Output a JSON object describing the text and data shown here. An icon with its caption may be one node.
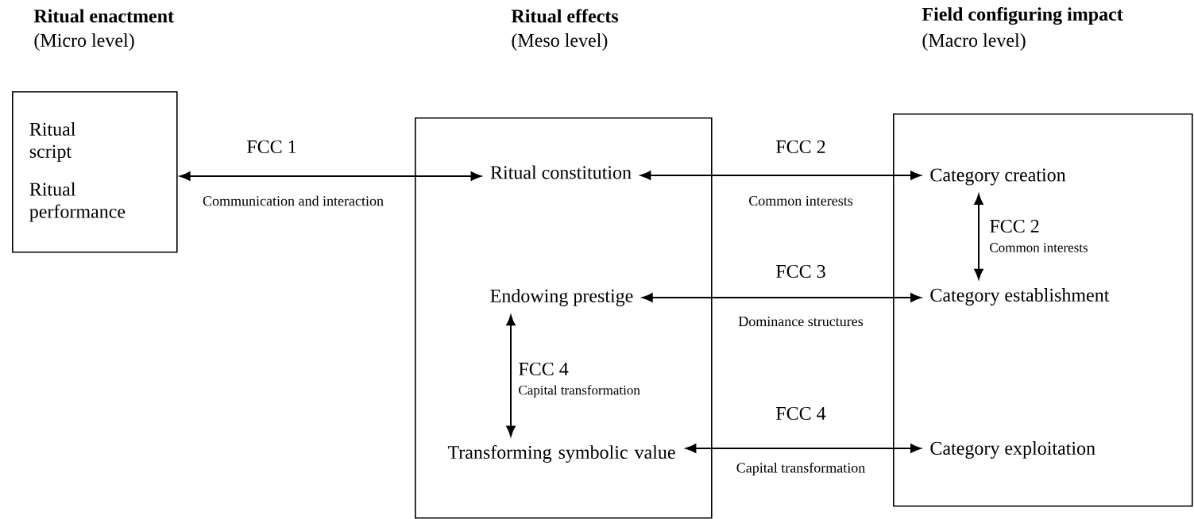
{
  "diagram": {
    "nodes": [
      {
        "text": [
          "Ritual script",
          "Ritual performance"
        ]
      },
      {
        "text": [],
        "shape": "box"
      },
      {
        "text": [
          "Ritual constitution"
        ],
        "in": 1
      },
      {
        "text": [
          "Endowing prestige"
        ],
        "in": 1
      },
      {
        "text": [
          "Transforming symbolic value"
        ],
        "in": 1
      },
      {
        "text": [],
        "shape": "box"
      },
      {
        "text": [
          "Category creation"
        ],
        "in": 5
      },
      {
        "text": [
          "Category establishment"
        ],
        "in": 5
      },
      {
        "text": [
          "Category exploitation"
        ],
        "in": 5
      }
    ],
    "edges": [
      {
        "from": 0,
        "to": 2,
        "arrow": "both",
        "label": "FCC 1"
      },
      {
        "from": 2,
        "to": 6,
        "arrow": "both",
        "label": "FCC 2"
      },
      {
        "from": 6,
        "to": 7,
        "arrow": "both",
        "label": "FCC 2"
      },
      {
        "from": 3,
        "to": 7,
        "arrow": "both",
        "label": "FCC 3"
      },
      {
        "from": 3,
        "to": 4,
        "arrow": "both",
        "label": "FCC 4"
      },
      {
        "from": 4,
        "to": 8,
        "arrow": "both",
        "label": "FCC 4"
      }
    ],
    "labels": [
      "Ritual enactment",
      "(Micro level)",
      "Ritual effects",
      "(Meso level)",
      "Field configuring impact",
      "(Macro level)",
      "Communication and interaction",
      "Common interests",
      "Common interests",
      "Dominance structures",
      "Capital transformation",
      "Capital transformation"
    ]
  }
}
